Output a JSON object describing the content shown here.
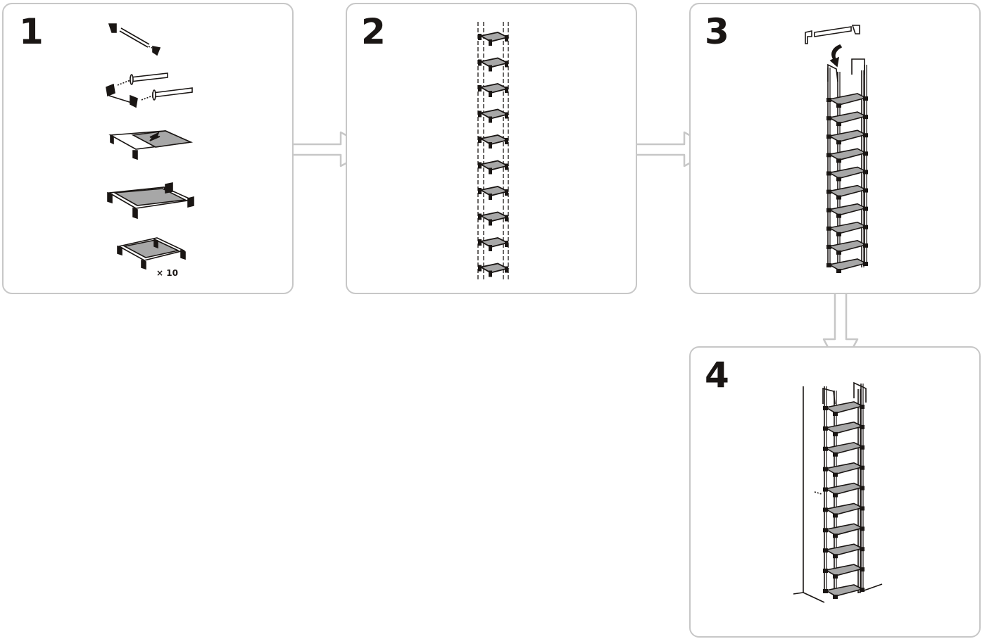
{
  "steps": [
    {
      "number": "1",
      "quantity": "× 10"
    },
    {
      "number": "2"
    },
    {
      "number": "3"
    },
    {
      "number": "4"
    }
  ],
  "colors": {
    "panel_border": "#c7c7c7",
    "line": "#1a1614",
    "shelf_fill": "#a7a7a7"
  },
  "tower": {
    "shelf_count": 10
  }
}
